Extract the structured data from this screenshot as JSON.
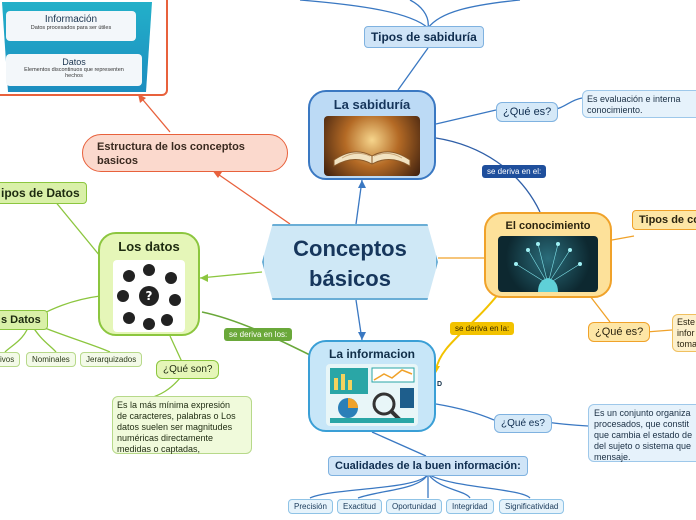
{
  "central": {
    "title_line1": "Conceptos",
    "title_line2": "básicos"
  },
  "pyramid": {
    "info_title": "Información",
    "info_desc": "Datos procesados para ser útiles",
    "data_title": "Datos",
    "data_desc": "Elementos discontinuos que representen hechos"
  },
  "estructura": {
    "line1": "Estructura de los conceptos",
    "line2": "basicos"
  },
  "sabiduria": {
    "title": "La sabiduría",
    "tipos": "Tipos de sabiduría",
    "que_es": "¿Qué es?",
    "desc_line1": "Es evaluación e interna",
    "desc_line2": "conocimiento.",
    "deriva": "se deriva en el:"
  },
  "conocimiento": {
    "title": "El conocimiento",
    "tipos": "Tipos de co",
    "que_es": "¿Qué es?",
    "desc_line1": "Este",
    "desc_line2": "infor",
    "desc_line3": "toma"
  },
  "datos": {
    "title": "Los datos",
    "tipos": "ipos de Datos",
    "tipos2": "s Datos",
    "que_son": "¿Qué son?",
    "desc": [
      "Es la más mínima expresión",
      "de caracteres, palabras o Los",
      "datos suelen ser magnitudes",
      "numéricas directamente",
      "medidas o captadas,"
    ],
    "chips": [
      "ivos",
      "Nominales",
      "Jerarquizados"
    ],
    "deriva": "se deriva en los:"
  },
  "informacion": {
    "title": "La informacion",
    "que_es": "¿Qué es?",
    "desc": [
      "Es un conjunto organiza",
      "procesados, que constit",
      "que cambia el estado de",
      "del sujeto o sistema que",
      "mensaje."
    ],
    "cualidades": "Cualidades de la buen información:",
    "chips": [
      "Precisión",
      "Exactitud",
      "Oportunidad",
      "Integridad",
      "Significatividad"
    ],
    "deriva": "se deriva en la:",
    "mark": "D"
  },
  "colors": {
    "blue": "#4d8fd6",
    "orange": "#f08a2a",
    "red": "#e8613c",
    "green": "#8cc63f",
    "yellow": "#f2c200"
  }
}
